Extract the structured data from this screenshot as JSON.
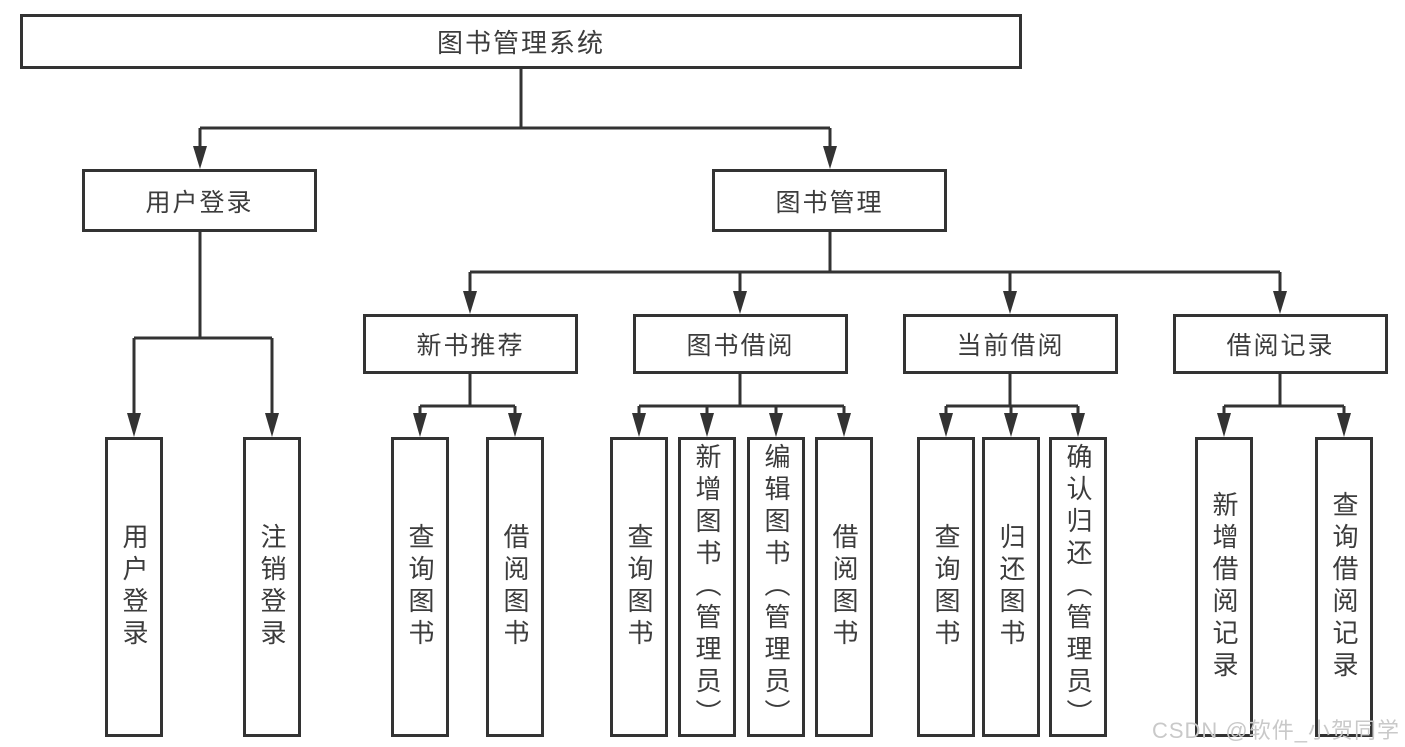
{
  "colors": {
    "line": "#333333",
    "text": "#3c3c3c",
    "background": "#ffffff"
  },
  "watermark": {
    "text": "CSDN @软件_小贺同学",
    "color": "#c9c9c9"
  },
  "diagram": {
    "root": {
      "label": "图书管理系统"
    },
    "branches": [
      {
        "label": "用户登录",
        "children": [
          {
            "label": "用户登录"
          },
          {
            "label": "注销登录"
          }
        ]
      },
      {
        "label": "图书管理",
        "children": [
          {
            "label": "新书推荐",
            "children": [
              {
                "label": "查询图书"
              },
              {
                "label": "借阅图书"
              }
            ]
          },
          {
            "label": "图书借阅",
            "children": [
              {
                "label": "查询图书"
              },
              {
                "label": "新增图书（管理员）"
              },
              {
                "label": "编辑图书（管理员）"
              },
              {
                "label": "借阅图书"
              }
            ]
          },
          {
            "label": "当前借阅",
            "children": [
              {
                "label": "查询图书"
              },
              {
                "label": "归还图书"
              },
              {
                "label": "确认归还（管理员）"
              }
            ]
          },
          {
            "label": "借阅记录",
            "children": [
              {
                "label": "新增借阅记录"
              },
              {
                "label": "查询借阅记录"
              }
            ]
          }
        ]
      }
    ]
  }
}
